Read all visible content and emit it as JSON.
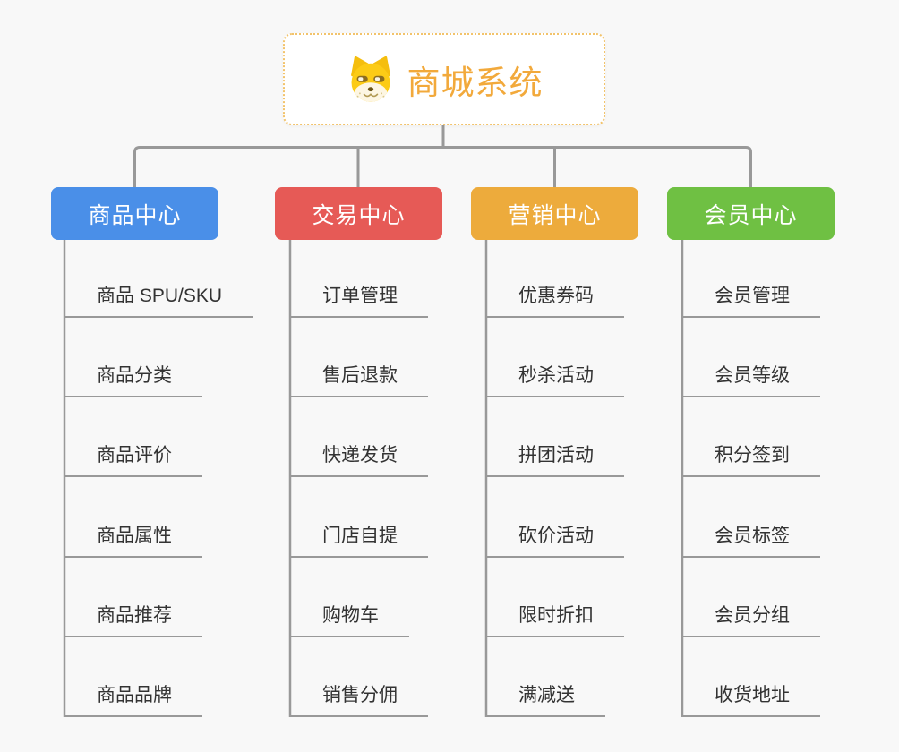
{
  "background_color": "#f8f8f8",
  "connector_color": "#999999",
  "root": {
    "title": "商城系统",
    "icon": "dog-face-icon",
    "title_color": "#f2a93b",
    "border_color": "#f2c36b"
  },
  "leaf_text_color": "#333333",
  "branches": [
    {
      "label": "商品中心",
      "color": "#4a8fe8",
      "items": [
        "商品 SPU/SKU",
        "商品分类",
        "商品评价",
        "商品属性",
        "商品推荐",
        "商品品牌"
      ]
    },
    {
      "label": "交易中心",
      "color": "#e65a56",
      "items": [
        "订单管理",
        "售后退款",
        "快递发货",
        "门店自提",
        "购物车",
        "销售分佣"
      ]
    },
    {
      "label": "营销中心",
      "color": "#edab3c",
      "items": [
        "优惠券码",
        "秒杀活动",
        "拼团活动",
        "砍价活动",
        "限时折扣",
        "满减送"
      ]
    },
    {
      "label": "会员中心",
      "color": "#6fc043",
      "items": [
        "会员管理",
        "会员等级",
        "积分签到",
        "会员标签",
        "会员分组",
        "收货地址"
      ]
    }
  ]
}
